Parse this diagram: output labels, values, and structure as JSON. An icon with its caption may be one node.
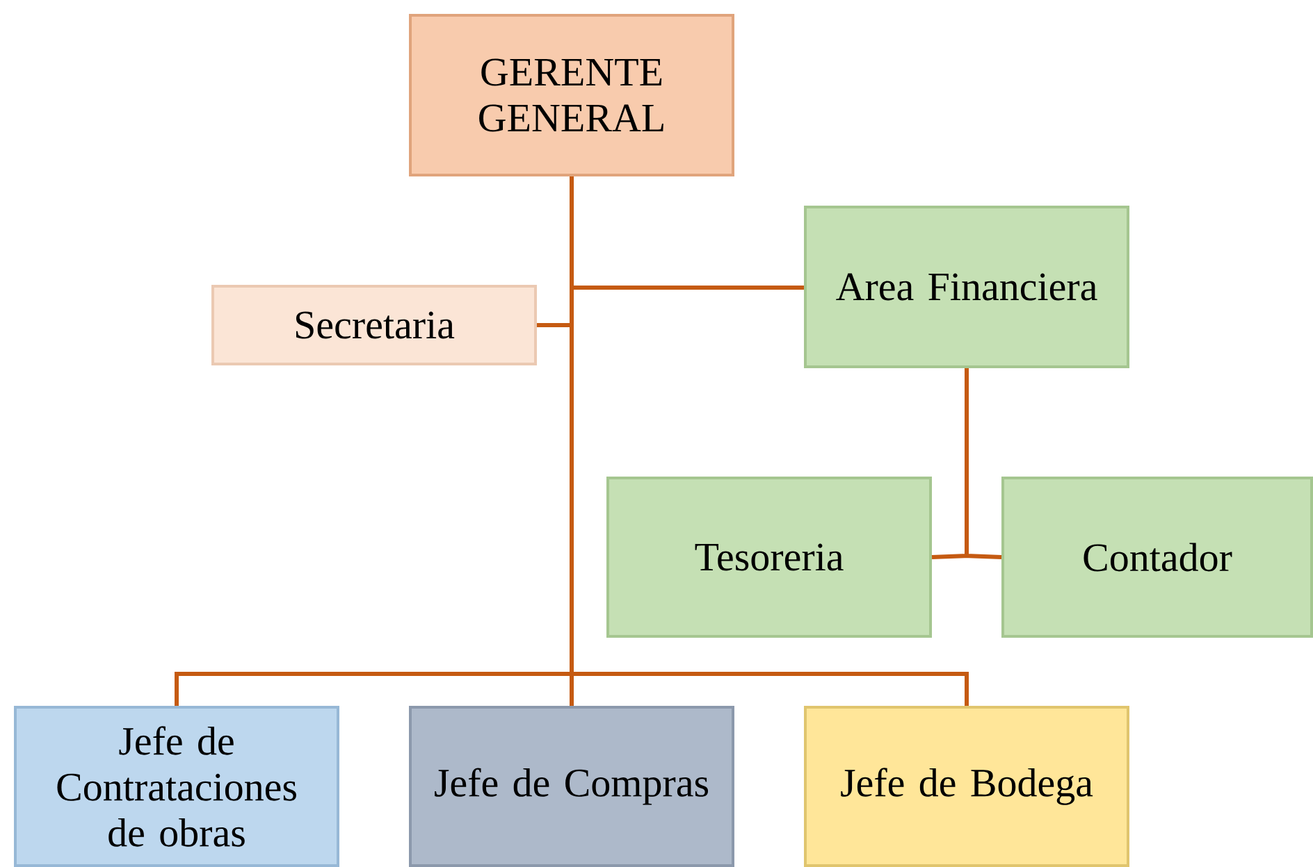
{
  "diagram": {
    "nodes": [
      {
        "text": [
          "GERENTE GENERAL"
        ]
      },
      {
        "text": [
          "Secretaria"
        ]
      },
      {
        "text": [
          "Area Financiera"
        ]
      },
      {
        "text": [
          "Tesoreria"
        ]
      },
      {
        "text": [
          "Contador"
        ]
      },
      {
        "text": [
          "Jefe de Contrataciones de obras"
        ]
      },
      {
        "text": [
          "Jefe de Compras"
        ]
      },
      {
        "text": [
          "Jefe de Bodega"
        ]
      }
    ],
    "edges": [
      {
        "from": 0,
        "to": 1,
        "arrow": "none"
      },
      {
        "from": 0,
        "to": 2,
        "arrow": "none"
      },
      {
        "from": 2,
        "to": 3,
        "arrow": "none"
      },
      {
        "from": 2,
        "to": 4,
        "arrow": "none"
      },
      {
        "from": 0,
        "to": 5,
        "arrow": "none"
      },
      {
        "from": 0,
        "to": 6,
        "arrow": "none"
      },
      {
        "from": 0,
        "to": 7,
        "arrow": "none"
      }
    ]
  }
}
